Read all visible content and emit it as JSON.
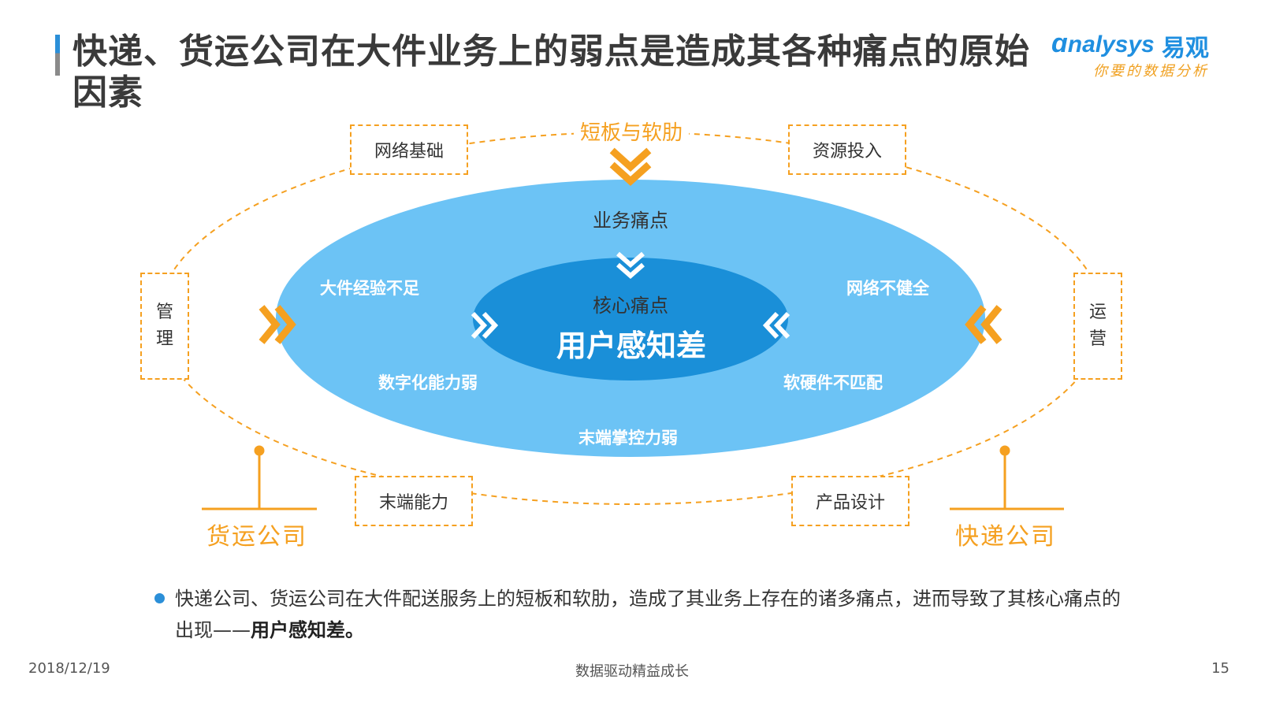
{
  "title": "快递、货运公司在大件业务上的弱点是造成其各种痛点的原始因素",
  "logo": {
    "brand": "nalysys",
    "brand_cn": "易观",
    "tagline": "你要的数据分析"
  },
  "diagram": {
    "center_label": "短板与软肋",
    "boxes": {
      "top_left": "网络基础",
      "top_right": "资源投入",
      "left": [
        "管",
        "理"
      ],
      "right": [
        "运",
        "营"
      ],
      "bottom_left": "末端能力",
      "bottom_right": "产品设计"
    },
    "business_pain": "业务痛点",
    "pains": {
      "upper_left": "大件经验不足",
      "upper_right": "网络不健全",
      "lower_left": "数字化能力弱",
      "lower_right": "软硬件不匹配",
      "bottom": "末端掌控力弱"
    },
    "core_pain": "核心痛点",
    "core_value": "用户感知差",
    "companies": {
      "left": "货运公司",
      "right": "快递公司"
    },
    "colors": {
      "accent": "#f5a020",
      "outer_ellipse": "#6cc3f5",
      "inner_ellipse": "#1a8fd8"
    }
  },
  "bullet": {
    "text": "快递公司、货运公司在大件配送服务上的短板和软肋，造成了其业务上存在的诸多痛点，进而导致了其核心痛点的出现——",
    "bold": "用户感知差。"
  },
  "footer": {
    "date": "2018/12/19",
    "slogan": "数据驱动精益成长",
    "page": "15"
  }
}
